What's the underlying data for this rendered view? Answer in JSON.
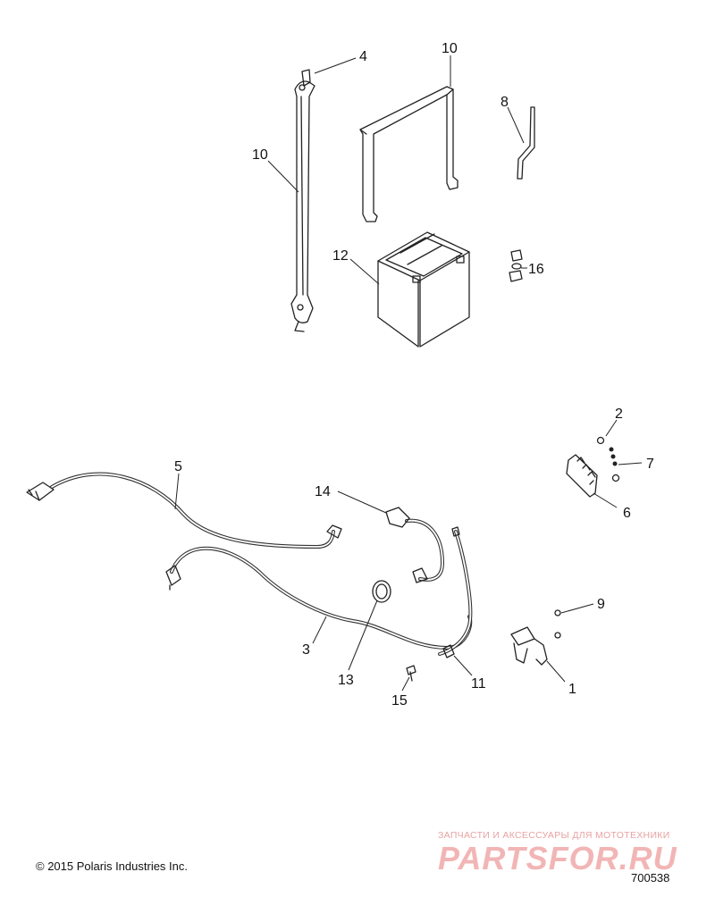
{
  "callouts": {
    "c1": "1",
    "c2": "2",
    "c3": "3",
    "c4": "4",
    "c5": "5",
    "c6": "6",
    "c7": "7",
    "c8": "8",
    "c9": "9",
    "c10a": "10",
    "c10b": "10",
    "c11": "11",
    "c12": "12",
    "c13": "13",
    "c14": "14",
    "c15": "15",
    "c16": "16"
  },
  "footer": {
    "copyright": "© 2015 Polaris Industries Inc.",
    "doc_number": "700538"
  },
  "watermark": {
    "tagline": "ЗАПЧАСТИ И АКСЕССУАРЫ ДЛЯ МОТОТЕХНИКИ",
    "brand": "PARTSFOR.RU"
  },
  "colors": {
    "line": "#222222",
    "watermark": "#f2b5b5"
  }
}
